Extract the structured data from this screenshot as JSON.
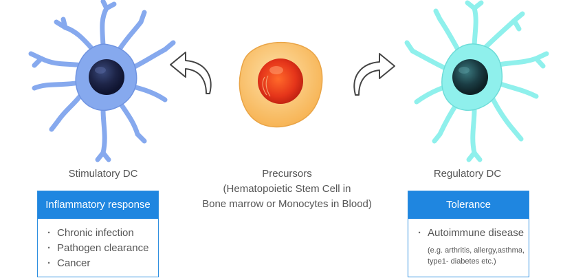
{
  "colors": {
    "stimulatory_cell": "#86a9ee",
    "regulatory_cell": "#8ff0ec",
    "precursor_cell": "#f9c068",
    "accent_blue": "#1f86e0"
  },
  "left": {
    "title": "Stimulatory DC",
    "card_header": "Inflammatory response",
    "items": [
      "Chronic infection",
      "Pathogen clearance",
      "Cancer"
    ]
  },
  "center": {
    "line1": "Precursors",
    "line2": "(Hematopoietic Stem Cell in",
    "line3": "Bone marrow or Monocytes in Blood)"
  },
  "right": {
    "title": "Regulatory DC",
    "card_header": "Tolerance",
    "items": [
      "Autoimmune disease"
    ],
    "note_line1": "(e.g. arthritis, allergy,asthma,",
    "note_line2": "type1- diabetes etc.)"
  }
}
